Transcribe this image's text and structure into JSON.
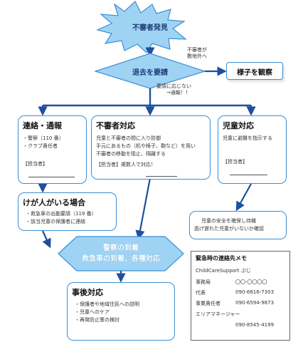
{
  "start": {
    "label": "不審者発見"
  },
  "decision": {
    "label": "退去を要請"
  },
  "branch_right_label_1": "不審者が",
  "branch_right_label_2": "敷地外へ",
  "observe": {
    "label": "様子を観察"
  },
  "branch_down_label_1": "要請に応じない",
  "branch_down_label_2": "→通報！！",
  "contact": {
    "title": "連絡・通報",
    "items": [
      "・警察（110 番）",
      "・クラブ責任者"
    ],
    "owner": "【担当者】"
  },
  "suspect": {
    "title": "不審者対応",
    "items": [
      "児童と不審者の間に入り防御",
      "手元にあるもの（机や椅子、鞄など）を用い",
      "不審者の移動を阻止、隔離する"
    ],
    "owner": "【担当者】複数人で対応！"
  },
  "children": {
    "title": "児童対応",
    "items": [
      "児童に避難を指示する"
    ],
    "owner": "【担当者】"
  },
  "injury": {
    "title": "けが人がいる場合",
    "items": [
      "・救急車の出動要請（119 番）",
      "・該当児童の保護者に連絡"
    ]
  },
  "safety": {
    "items": [
      "児童の安全を確保し待機",
      "逃げ遅れた児童がいないか確認"
    ]
  },
  "arrival": {
    "line1": "警察の到着",
    "line2": "救急車の到着、各種対応"
  },
  "after": {
    "title": "事後対応",
    "items": [
      "・保護者や地域住民への説明",
      "・児童へのケア",
      "・再発防止策の検討"
    ]
  },
  "memo": {
    "title": "緊急時の連絡先メモ",
    "org": "ChildCareSupport ぷじ",
    "rows": [
      {
        "label": "事務局",
        "value": "〇〇-〇〇〇〇"
      },
      {
        "label": "代表",
        "value": "090-6616-7303"
      },
      {
        "label": "事業責任者",
        "value": "090-6594-9873"
      },
      {
        "label": "エリアマネージャー",
        "value": ""
      },
      {
        "label": "",
        "value": "090-8545-4199"
      }
    ]
  },
  "colors": {
    "border": "#3b8fd6",
    "shape_fill": "#9fd3f3",
    "arrow": "#1f4f9e"
  }
}
